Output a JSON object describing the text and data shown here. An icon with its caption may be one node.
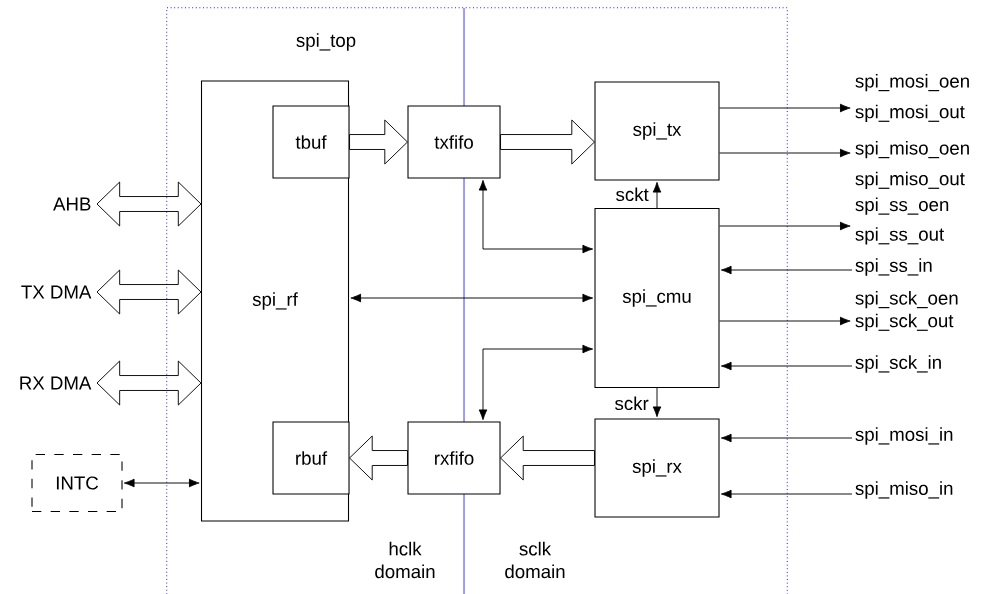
{
  "diagram": {
    "nodes": [
      {
        "text": [
          "spi_top"
        ]
      },
      {
        "text": [
          "spi_rf"
        ],
        "in": 0
      },
      {
        "text": [
          "tbuf"
        ],
        "in": 1
      },
      {
        "text": [
          "rbuf"
        ],
        "in": 1
      },
      {
        "text": [
          "txfifo"
        ],
        "in": 0
      },
      {
        "text": [
          "rxfifo"
        ],
        "in": 0
      },
      {
        "text": [
          "spi_tx"
        ],
        "in": 0
      },
      {
        "text": [
          "spi_cmu"
        ],
        "in": 0
      },
      {
        "text": [
          "spi_rx"
        ],
        "in": 0
      },
      {
        "text": [
          "AHB"
        ]
      },
      {
        "text": [
          "TX DMA"
        ]
      },
      {
        "text": [
          "RX DMA"
        ]
      },
      {
        "text": [
          "INTC"
        ]
      },
      {
        "text": [
          "spi_mosi_oen",
          "spi_mosi_out"
        ]
      },
      {
        "text": [
          "spi_miso_oen",
          "spi_miso_out"
        ]
      },
      {
        "text": [
          "spi_ss_oen",
          "spi_ss_out"
        ]
      },
      {
        "text": [
          "spi_ss_in"
        ]
      },
      {
        "text": [
          "spi_sck_oen",
          "spi_sck_out"
        ]
      },
      {
        "text": [
          "spi_sck_in"
        ]
      },
      {
        "text": [
          "spi_mosi_in"
        ]
      },
      {
        "text": [
          "spi_miso_in"
        ]
      }
    ],
    "edges": [
      {
        "from": 9,
        "to": 1,
        "arrow": "both",
        "style": "thick"
      },
      {
        "from": 10,
        "to": 1,
        "arrow": "both",
        "style": "thick"
      },
      {
        "from": 11,
        "to": 1,
        "arrow": "both",
        "style": "thick"
      },
      {
        "from": 12,
        "to": 1,
        "arrow": "both"
      },
      {
        "from": 2,
        "to": 4,
        "arrow": "to",
        "style": "thick"
      },
      {
        "from": 4,
        "to": 6,
        "arrow": "to",
        "style": "thick"
      },
      {
        "from": 8,
        "to": 5,
        "arrow": "to",
        "style": "thick"
      },
      {
        "from": 5,
        "to": 3,
        "arrow": "to",
        "style": "thick"
      },
      {
        "from": 4,
        "to": 7,
        "arrow": "both"
      },
      {
        "from": 1,
        "to": 7,
        "arrow": "both"
      },
      {
        "from": 5,
        "to": 7,
        "arrow": "both"
      },
      {
        "from": 7,
        "to": 6,
        "arrow": "to",
        "label": "sckt"
      },
      {
        "from": 7,
        "to": 8,
        "arrow": "to",
        "label": "sckr"
      },
      {
        "from": 6,
        "to": 13,
        "arrow": "to"
      },
      {
        "from": 6,
        "to": 14,
        "arrow": "to"
      },
      {
        "from": 7,
        "to": 15,
        "arrow": "to"
      },
      {
        "from": 16,
        "to": 7,
        "arrow": "to"
      },
      {
        "from": 7,
        "to": 17,
        "arrow": "to"
      },
      {
        "from": 18,
        "to": 7,
        "arrow": "to"
      },
      {
        "from": 19,
        "to": 8,
        "arrow": "to"
      },
      {
        "from": 20,
        "to": 8,
        "arrow": "to"
      }
    ],
    "labels": [
      "hclk domain",
      "sclk domain"
    ]
  }
}
